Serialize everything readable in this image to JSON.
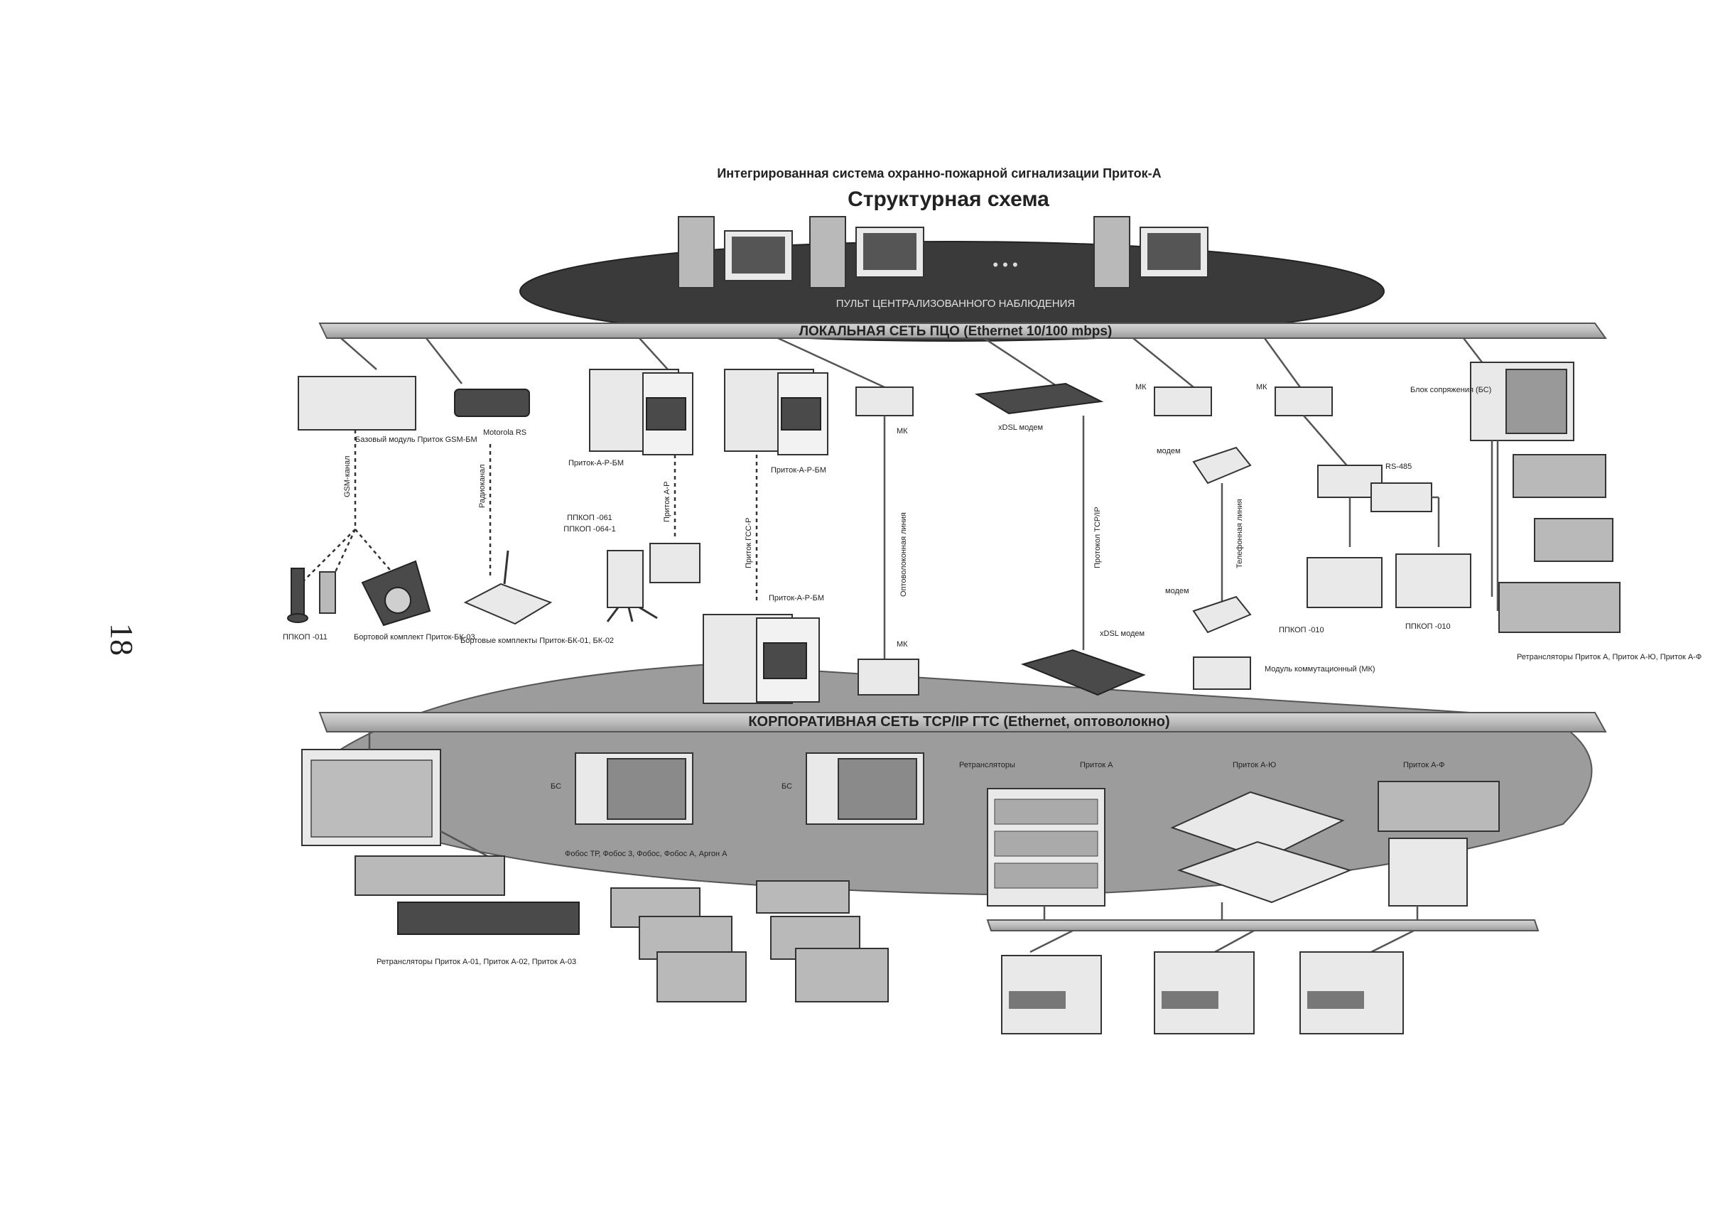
{
  "page_number": "18",
  "header": {
    "subtitle": "Интегрированная система охранно-пожарной сигнализации Приток-А",
    "title": "Структурная схема"
  },
  "top_ellipse": {
    "label": "ПУЛЬТ ЦЕНТРАЛИЗОВАННОГО НАБЛЮДЕНИЯ",
    "dots": "• • •"
  },
  "bus_local": {
    "label": "ЛОКАЛЬНАЯ СЕТЬ ПЦО (Ethernet 10/100 mbps)"
  },
  "bus_corporate": {
    "label": "КОРПОРАТИВНАЯ СЕТЬ TCP/IP ГТС (Ethernet, оптоволокно)"
  },
  "labels": {
    "gsm_base": "Базовый модуль Приток GSM-БМ",
    "gsm_channel": "GSM-канал",
    "ppkop_011": "ППКОП -011",
    "bk03": "Бортовой комплект Приток-БК-03",
    "motorola": "Motorola RS",
    "radio": "Радиоканал",
    "bk01": "Бортовые комплекты Приток-БК-01, БК-02",
    "prp_bm_1": "Приток-А-Р-БМ",
    "prp_bm_2": "Приток-А-Р-БМ",
    "prp_bm_3": "Приток-А-Р-БМ",
    "ppkop_061": "ППКОП -061",
    "ppkop_064": "ППКОП -064-1",
    "pritok_ar": "Приток А-Р",
    "pritok_gsp": "Приток ГСС-Р",
    "mk": "МК",
    "optical_line": "Оптоволоконная линия",
    "xdsl_modem_top": "xDSL модем",
    "xdsl_modem_bottom": "xDSL модем",
    "tcpip": "Протокол TCP/IP",
    "modem_1": "модем",
    "modem_2": "модем",
    "phone_line": "Телефонная линия",
    "module_line": "Модуль коммутационный (МК)",
    "rs485": "RS-485",
    "ppkop_010_a": "ППКОП -010",
    "ppkop_010_b": "ППКОП -010",
    "block_sc": "Блок сопряжения (БС)",
    "retrans_right": "Ретрансляторы Приток А, Приток А-Ю, Приток А-Ф",
    "bs": "БС",
    "retrans_left": "Ретрансляторы Приток А-01, Приток А-02, Приток А-03",
    "fobos": "Фобос ТР, Фобос 3, Фобос, Фобос А, Аргон А",
    "retrans_mid": "Ретрансляторы",
    "pritok_a": "Приток А",
    "pritok_ay": "Приток А-Ю",
    "pritok_af": "Приток А-Ф"
  }
}
